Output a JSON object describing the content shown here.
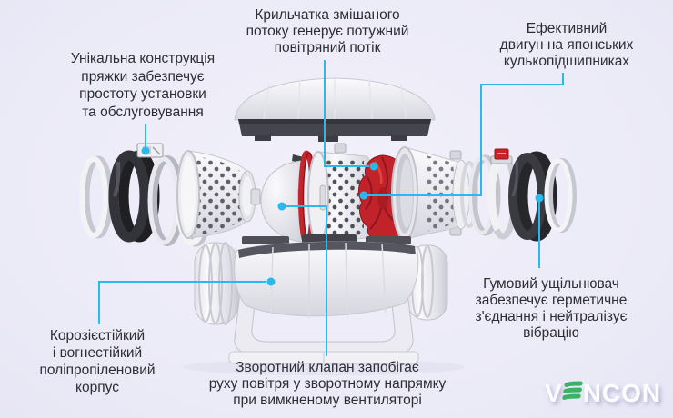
{
  "annotations": {
    "impeller": {
      "lines": [
        "Крильчатка змішаного",
        "потоку генерує потужний",
        "повітряний потік"
      ]
    },
    "motor": {
      "lines": [
        "Ефективний",
        "двигун на японських",
        "кулькопідшипниках"
      ]
    },
    "buckle": {
      "lines": [
        "Унікальна конструкція",
        "пряжки забезпечує",
        "простоту установки",
        "та обслуговування"
      ]
    },
    "housing": {
      "lines": [
        "Корозієстійкий",
        "і вогнестійкий",
        "поліпропіленовий",
        "корпус"
      ]
    },
    "valve": {
      "lines": [
        "Зворотний клапан запобігає",
        "руху повітря у зворотному напрямку",
        "при вимкненому вентиляторі"
      ]
    },
    "seal": {
      "lines": [
        "Гумовий ущільнювач",
        "забезпечує герметичне",
        "з'єднання і нейтралізує",
        "вібрацію"
      ]
    }
  },
  "brand": {
    "v": "V",
    "rest": "NCON"
  },
  "colors": {
    "background": "#ebeaf7",
    "annotation_line": "#29b9ec",
    "text": "#2d2d35",
    "impeller_red": "#c6242b",
    "logo_green": "#3ab364",
    "logo_text": "#fcfcfe"
  },
  "diagram": {
    "parts": [
      "outer-ring",
      "rubber-ring-left",
      "clamp-with-buckle",
      "flange-ring",
      "inlet-cone",
      "check-valve-dome",
      "red-gasket-ring",
      "motor-housing",
      "mixed-flow-impeller",
      "diffuser-cone",
      "rear-ring",
      "clamp-right",
      "rubber-seal-ring",
      "rear-outer-ring",
      "top-casing",
      "bottom-casing-with-bracket"
    ]
  }
}
